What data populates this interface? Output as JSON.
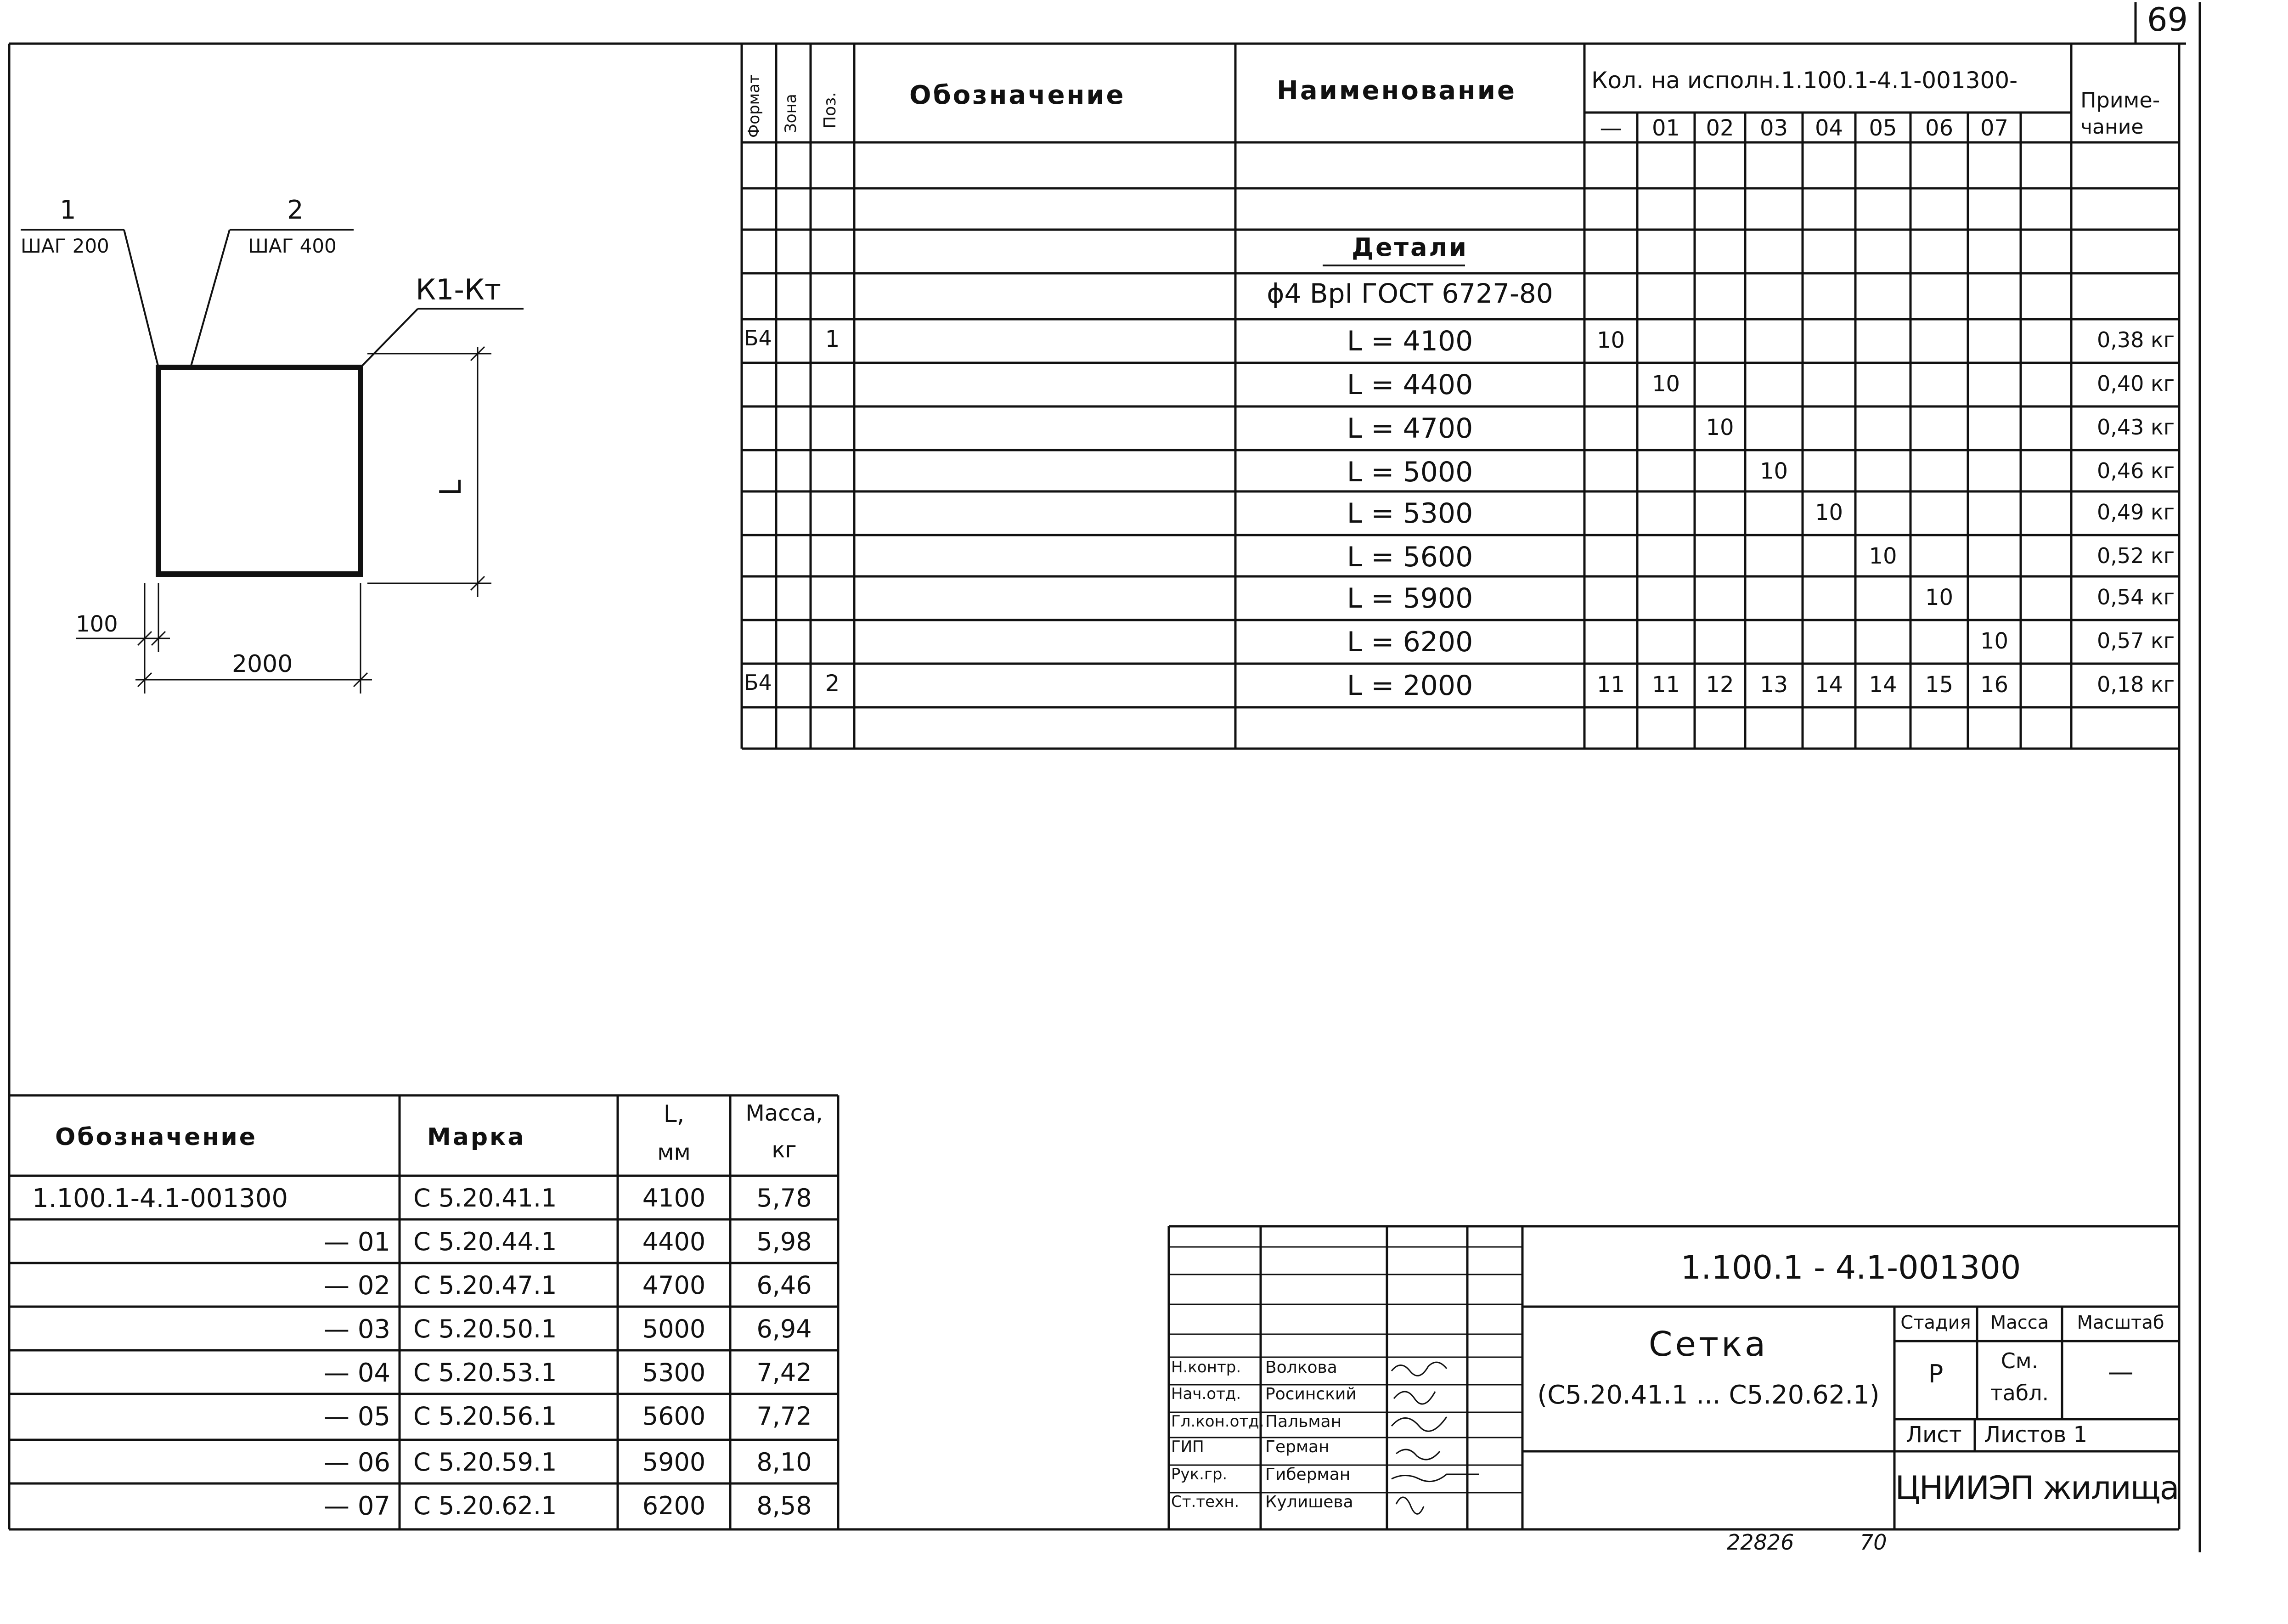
{
  "sheet_number": "69",
  "spec": {
    "headers": {
      "format": "Формат",
      "zone": "Зона",
      "pos": "Поз.",
      "designation": "Обозначение",
      "name": "Наименование",
      "qty": "Кол. на исполн.1.100.1-4.1-001300-",
      "note_line1": "Приме-",
      "note_line2": "чание"
    },
    "variant_columns": [
      "—",
      "01",
      "02",
      "03",
      "04",
      "05",
      "06",
      "07"
    ],
    "section_title": "Детали",
    "material": "ϕ4 ВрI ГОСТ 6727-80",
    "rows": [
      {
        "format": "Б4",
        "pos": "1",
        "name": "L = 4100",
        "qty": [
          "10",
          "",
          "",
          "",
          "",
          "",
          "",
          ""
        ],
        "note": "0,38 кг"
      },
      {
        "format": "",
        "pos": "",
        "name": "L = 4400",
        "qty": [
          "",
          "10",
          "",
          "",
          "",
          "",
          "",
          ""
        ],
        "note": "0,40 кг"
      },
      {
        "format": "",
        "pos": "",
        "name": "L = 4700",
        "qty": [
          "",
          "",
          "10",
          "",
          "",
          "",
          "",
          ""
        ],
        "note": "0,43 кг"
      },
      {
        "format": "",
        "pos": "",
        "name": "L = 5000",
        "qty": [
          "",
          "",
          "",
          "10",
          "",
          "",
          "",
          ""
        ],
        "note": "0,46 кг"
      },
      {
        "format": "",
        "pos": "",
        "name": "L = 5300",
        "qty": [
          "",
          "",
          "",
          "",
          "10",
          "",
          "",
          ""
        ],
        "note": "0,49 кг"
      },
      {
        "format": "",
        "pos": "",
        "name": "L = 5600",
        "qty": [
          "",
          "",
          "",
          "",
          "",
          "10",
          "",
          ""
        ],
        "note": "0,52 кг"
      },
      {
        "format": "",
        "pos": "",
        "name": "L = 5900",
        "qty": [
          "",
          "",
          "",
          "",
          "",
          "",
          "10",
          ""
        ],
        "note": "0,54 кг"
      },
      {
        "format": "",
        "pos": "",
        "name": "L = 6200",
        "qty": [
          "",
          "",
          "",
          "",
          "",
          "",
          "",
          "10"
        ],
        "note": "0,57 кг"
      },
      {
        "format": "Б4",
        "pos": "2",
        "name": "L = 2000",
        "qty": [
          "11",
          "11",
          "12",
          "13",
          "14",
          "14",
          "15",
          "16"
        ],
        "note": "0,18 кг"
      }
    ]
  },
  "drawing": {
    "callout1_num": "1",
    "callout1_step": "ШАГ 200",
    "callout2_num": "2",
    "callout2_step": "ШАГ 400",
    "weld_label": "К1-Кт",
    "dim_L": "L",
    "dim_100": "100",
    "dim_2000": "2000"
  },
  "mark_table": {
    "headers": {
      "designation": "Обозначение",
      "mark": "Марка",
      "length_line1": "L,",
      "length_line2": "мм",
      "mass_line1": "Масса,",
      "mass_line2": "кг"
    },
    "rows": [
      {
        "designation": "1.100.1-4.1-001300",
        "mark": "С 5.20.41.1",
        "length": "4100",
        "mass": "5,78"
      },
      {
        "designation": "— 01",
        "mark": "С 5.20.44.1",
        "length": "4400",
        "mass": "5,98"
      },
      {
        "designation": "— 02",
        "mark": "С 5.20.47.1",
        "length": "4700",
        "mass": "6,46"
      },
      {
        "designation": "— 03",
        "mark": "С 5.20.50.1",
        "length": "5000",
        "mass": "6,94"
      },
      {
        "designation": "— 04",
        "mark": "С 5.20.53.1",
        "length": "5300",
        "mass": "7,42"
      },
      {
        "designation": "— 05",
        "mark": "С 5.20.56.1",
        "length": "5600",
        "mass": "7,72"
      },
      {
        "designation": "— 06",
        "mark": "С 5.20.59.1",
        "length": "5900",
        "mass": "8,10"
      },
      {
        "designation": "— 07",
        "mark": "С 5.20.62.1",
        "length": "6200",
        "mass": "8,58"
      }
    ]
  },
  "title_block": {
    "doc_code": "1.100.1 - 4.1-001300",
    "title": "Сетка",
    "subtitle": "(С5.20.41.1 ... С5.20.62.1)",
    "stage_label": "Стадия",
    "mass_label": "Масса",
    "scale_label": "Масштаб",
    "stage_value": "Р",
    "mass_value_line1": "См.",
    "mass_value_line2": "табл.",
    "scale_value": "—",
    "sheet_label": "Лист",
    "sheets_label": "Листов 1",
    "organization": "ЦНИИЭП жилища",
    "signatures": [
      {
        "role": "Н.контр.",
        "name": "Волкова"
      },
      {
        "role": "Нач.отд.",
        "name": "Росинский"
      },
      {
        "role": "Гл.кон.отд.",
        "name": "Пальман"
      },
      {
        "role": "ГИП",
        "name": "Герман"
      },
      {
        "role": "Рук.гр.",
        "name": "Гиберман"
      },
      {
        "role": "Ст.техн.",
        "name": "Кулишева"
      }
    ]
  },
  "bottom_note_1": "22826",
  "bottom_note_2": "70"
}
